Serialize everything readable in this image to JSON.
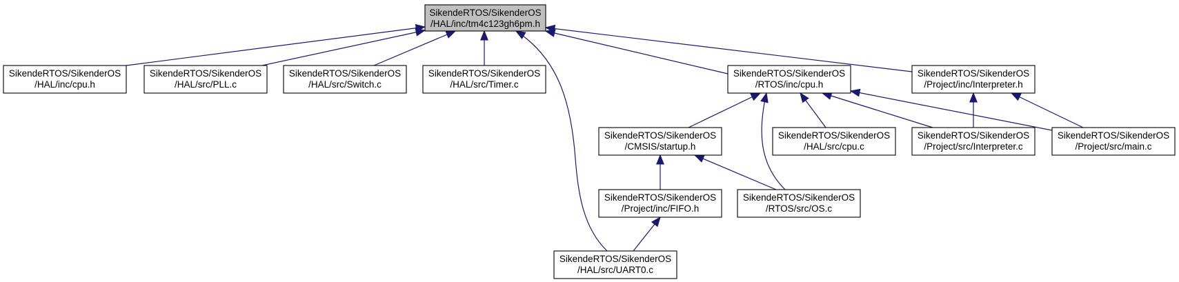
{
  "root_node": "n0",
  "colors": {
    "edge": "#191970",
    "root_fill": "#bfbfbf",
    "node_fill": "#ffffff",
    "border": "#000000"
  },
  "nodes": [
    {
      "id": "n0",
      "line1": "SikendeRTOS/SikenderOS",
      "line2": "/HAL/inc/tm4c123gh6pm.h"
    },
    {
      "id": "n1",
      "line1": "SikendeRTOS/SikenderOS",
      "line2": "/HAL/inc/cpu.h"
    },
    {
      "id": "n2",
      "line1": "SikendeRTOS/SikenderOS",
      "line2": "/HAL/src/PLL.c"
    },
    {
      "id": "n3",
      "line1": "SikendeRTOS/SikenderOS",
      "line2": "/HAL/src/Switch.c"
    },
    {
      "id": "n4",
      "line1": "SikendeRTOS/SikenderOS",
      "line2": "/HAL/src/Timer.c"
    },
    {
      "id": "n5",
      "line1": "SikendeRTOS/SikenderOS",
      "line2": "/RTOS/inc/cpu.h"
    },
    {
      "id": "n6",
      "line1": "SikendeRTOS/SikenderOS",
      "line2": "/Project/inc/Interpreter.h"
    },
    {
      "id": "n7",
      "line1": "SikendeRTOS/SikenderOS",
      "line2": "/CMSIS/startup.h"
    },
    {
      "id": "n8",
      "line1": "SikendeRTOS/SikenderOS",
      "line2": "/HAL/src/cpu.c"
    },
    {
      "id": "n9",
      "line1": "SikendeRTOS/SikenderOS",
      "line2": "/Project/src/Interpreter.c"
    },
    {
      "id": "n10",
      "line1": "SikendeRTOS/SikenderOS",
      "line2": "/Project/src/main.c"
    },
    {
      "id": "n11",
      "line1": "SikendeRTOS/SikenderOS",
      "line2": "/Project/inc/FIFO.h"
    },
    {
      "id": "n12",
      "line1": "SikendeRTOS/SikenderOS",
      "line2": "/RTOS/src/OS.c"
    },
    {
      "id": "n13",
      "line1": "SikendeRTOS/SikenderOS",
      "line2": "/HAL/src/UART0.c"
    }
  ],
  "edges": [
    {
      "from": "n1",
      "to": "n0"
    },
    {
      "from": "n2",
      "to": "n0"
    },
    {
      "from": "n3",
      "to": "n0"
    },
    {
      "from": "n4",
      "to": "n0"
    },
    {
      "from": "n13",
      "to": "n0"
    },
    {
      "from": "n5",
      "to": "n0"
    },
    {
      "from": "n6",
      "to": "n0"
    },
    {
      "from": "n7",
      "to": "n5"
    },
    {
      "from": "n12",
      "to": "n5"
    },
    {
      "from": "n8",
      "to": "n5"
    },
    {
      "from": "n9",
      "to": "n5"
    },
    {
      "from": "n10",
      "to": "n5"
    },
    {
      "from": "n9",
      "to": "n6"
    },
    {
      "from": "n10",
      "to": "n6"
    },
    {
      "from": "n11",
      "to": "n7"
    },
    {
      "from": "n12",
      "to": "n7"
    },
    {
      "from": "n13",
      "to": "n11"
    }
  ]
}
